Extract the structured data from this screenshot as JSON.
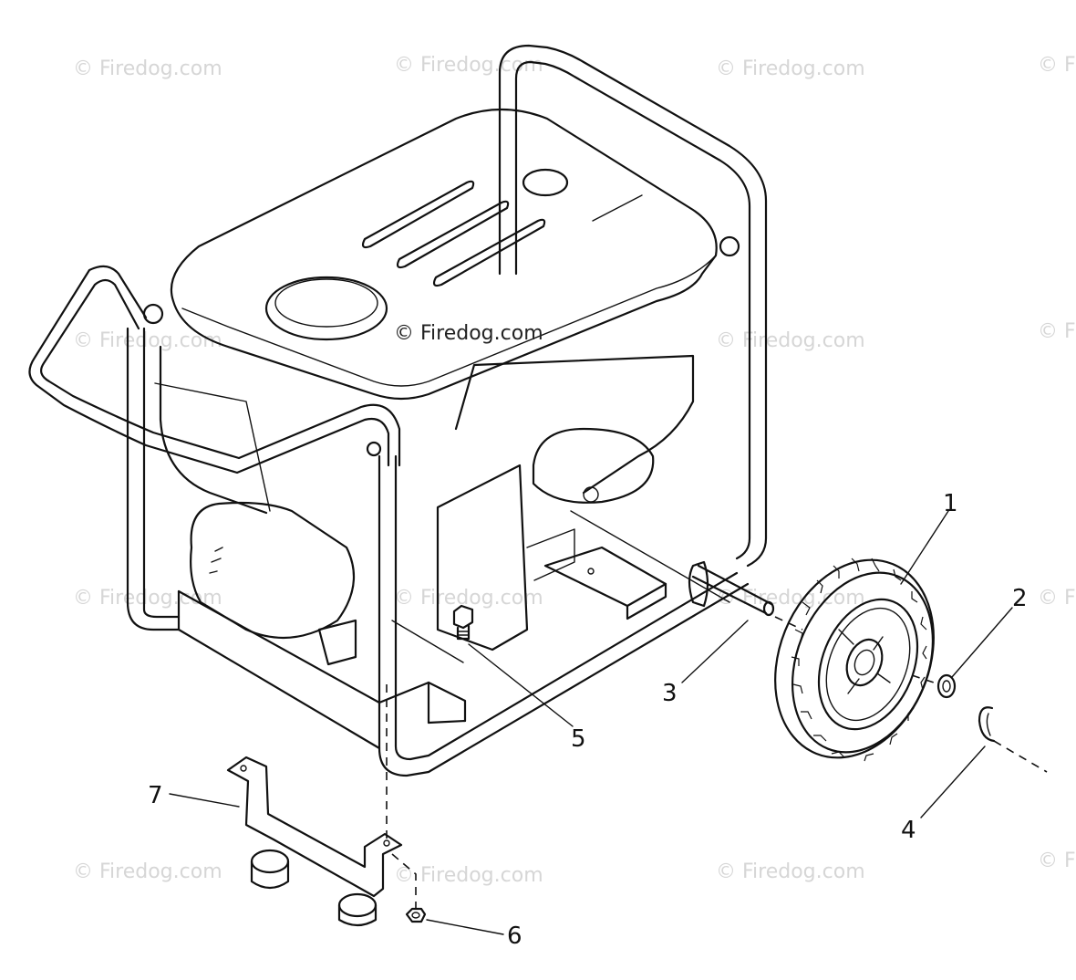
{
  "watermark": {
    "text": "© Firedog.com",
    "edge_text": "© F"
  },
  "callouts": {
    "c1": "1",
    "c2": "2",
    "c3": "3",
    "c4": "4",
    "c5": "5",
    "c6": "6",
    "c7": "7"
  },
  "colors": {
    "line": "#111111",
    "watermark": "#d6d6d6",
    "background": "#ffffff"
  }
}
